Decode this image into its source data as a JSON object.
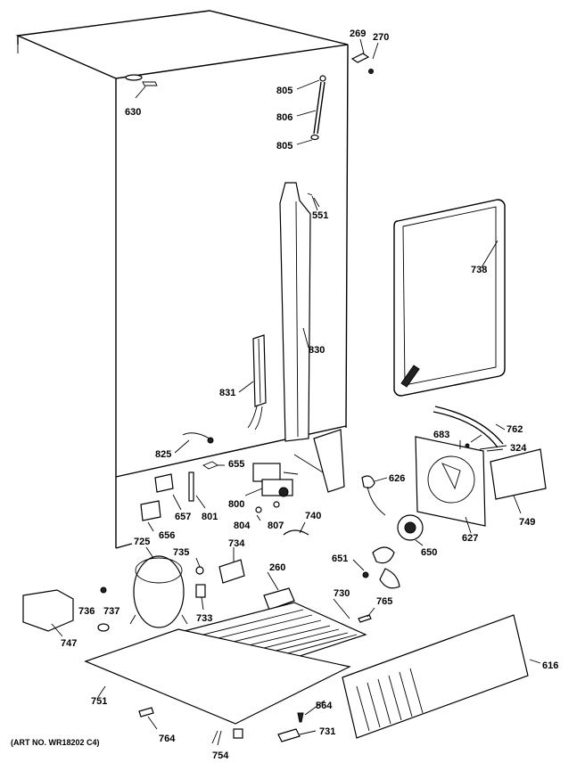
{
  "diagram": {
    "art_number": "(ART NO. WR18202 C4)",
    "labels": {
      "p269": "269",
      "p270": "270",
      "p630": "630",
      "p805a": "805",
      "p806": "806",
      "p805b": "805",
      "p551": "551",
      "p738": "738",
      "p830": "830",
      "p831": "831",
      "p825": "825",
      "p655": "655",
      "p762": "762",
      "p683": "683",
      "p324": "324",
      "p626": "626",
      "p800": "800",
      "p657": "657",
      "p801": "801",
      "p656": "656",
      "p804": "804",
      "p807": "807",
      "p740": "740",
      "p627": "627",
      "p749": "749",
      "p650": "650",
      "p725": "725",
      "p735": "735",
      "p734": "734",
      "p651": "651",
      "p260": "260",
      "p730": "730",
      "p765": "765",
      "p736": "736",
      "p737": "737",
      "p733": "733",
      "p747": "747",
      "p616": "616",
      "p751": "751",
      "p564": "564",
      "p764": "764",
      "p731": "731",
      "p754": "754"
    }
  }
}
